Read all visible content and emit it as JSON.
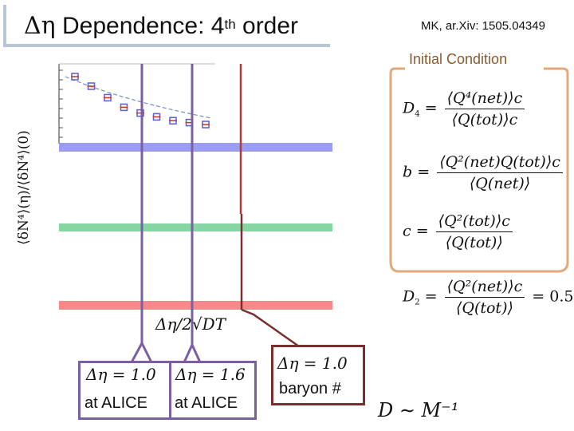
{
  "header": {
    "title_symbol": "Δη",
    "title_main": " Dependence: 4",
    "title_sup": "th",
    "title_end": " order",
    "reference": "MK, ar.Xiv: 1505.04349"
  },
  "initial_condition": {
    "label": "Initial Condition",
    "colors": {
      "border": "#e2a97a",
      "label": "#8a5a2e"
    }
  },
  "plot": {
    "ylabel": "⟨δN⁴⟩(η)/⟨δN⁴⟩(0)",
    "xlabel": "Δη/2√DT",
    "band_colors": [
      "#9b9cf4",
      "#86d6a3",
      "#f98989"
    ]
  },
  "chart_data": {
    "type": "scatter",
    "title": "",
    "xlabel": "Δη/2√DT",
    "ylabel": "⟨δN⁴⟩(η)/⟨δN⁴⟩(0)",
    "series": [
      {
        "values": [
          1.0,
          0.95,
          0.89,
          0.84,
          0.81,
          0.79,
          0.77,
          0.76,
          0.75
        ]
      }
    ]
  },
  "formulas": {
    "D4": {
      "lhs": "D",
      "lhs_sub": "4",
      "num": "⟨Q⁴(net)⟩c",
      "den": "⟨Q(tot)⟩c"
    },
    "b": {
      "lhs": "b",
      "num": "⟨Q²(net)Q(tot)⟩c",
      "den": "⟨Q(net)⟩"
    },
    "c": {
      "lhs": "c",
      "num": "⟨Q²(tot)⟩c",
      "den": "⟨Q(tot)⟩"
    },
    "D2": {
      "lhs": "D",
      "lhs_sub": "2",
      "num": "⟨Q²(net)⟩c",
      "den": "⟨Q(tot)⟩",
      "rhs": "= 0.5"
    },
    "scaling": "D ∼ M⁻¹"
  },
  "boxes": {
    "alice1": {
      "math": "Δη = 1.0",
      "text": "at ALICE"
    },
    "alice2": {
      "math": "Δη = 1.6",
      "text": "at ALICE"
    },
    "baryon": {
      "math": "Δη = 1.0",
      "text": "baryon #"
    },
    "colors": {
      "alice": "#7b5fa3",
      "baryon": "#7a2e2e",
      "baryon_line": "#b03a3a"
    }
  }
}
